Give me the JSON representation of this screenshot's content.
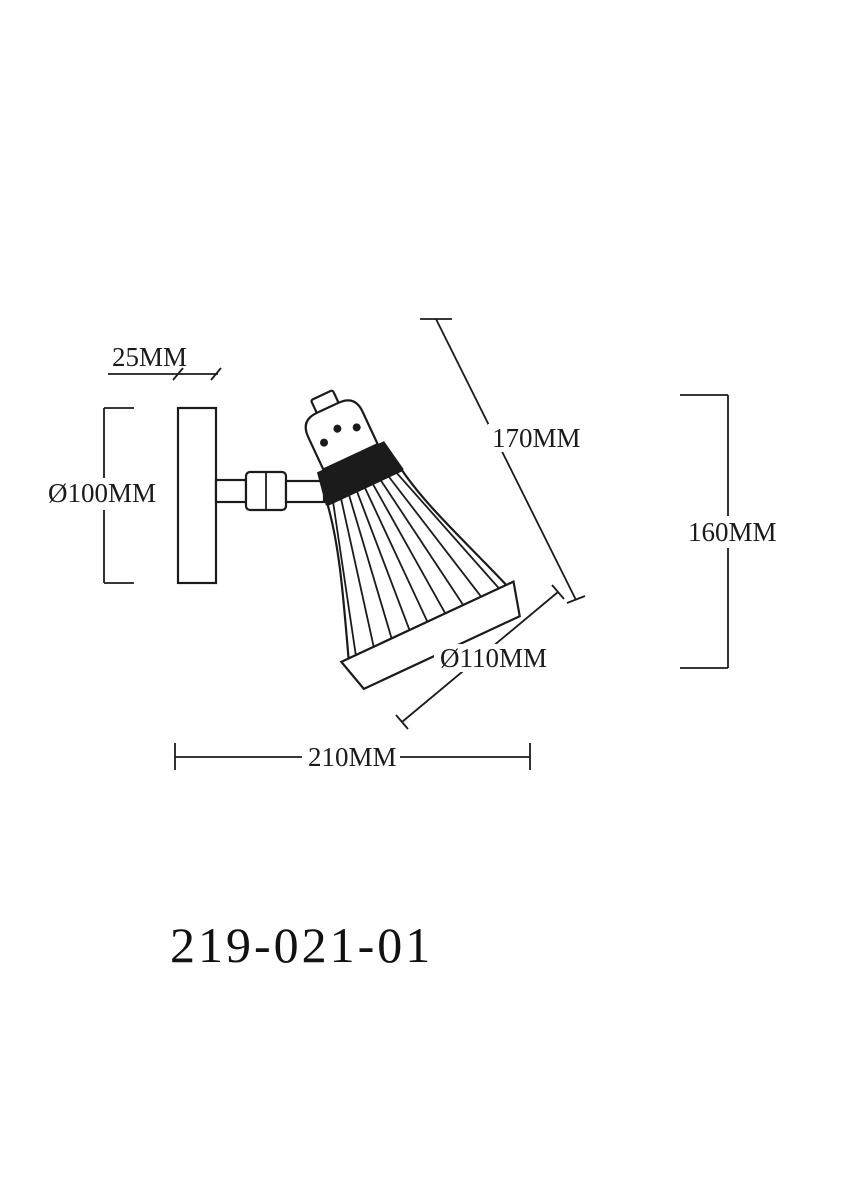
{
  "meta": {
    "background_color": "#ffffff",
    "line_color": "#1b1b1b",
    "drawing_type": "wall-spotlight-dimension-drawing"
  },
  "labels": {
    "plate_thickness": "25MM",
    "plate_diameter": "Ø100MM",
    "head_length": "170MM",
    "overall_height": "160MM",
    "shade_diameter": "Ø110MM",
    "overall_width": "210MM"
  },
  "model_number": "219-021-01"
}
